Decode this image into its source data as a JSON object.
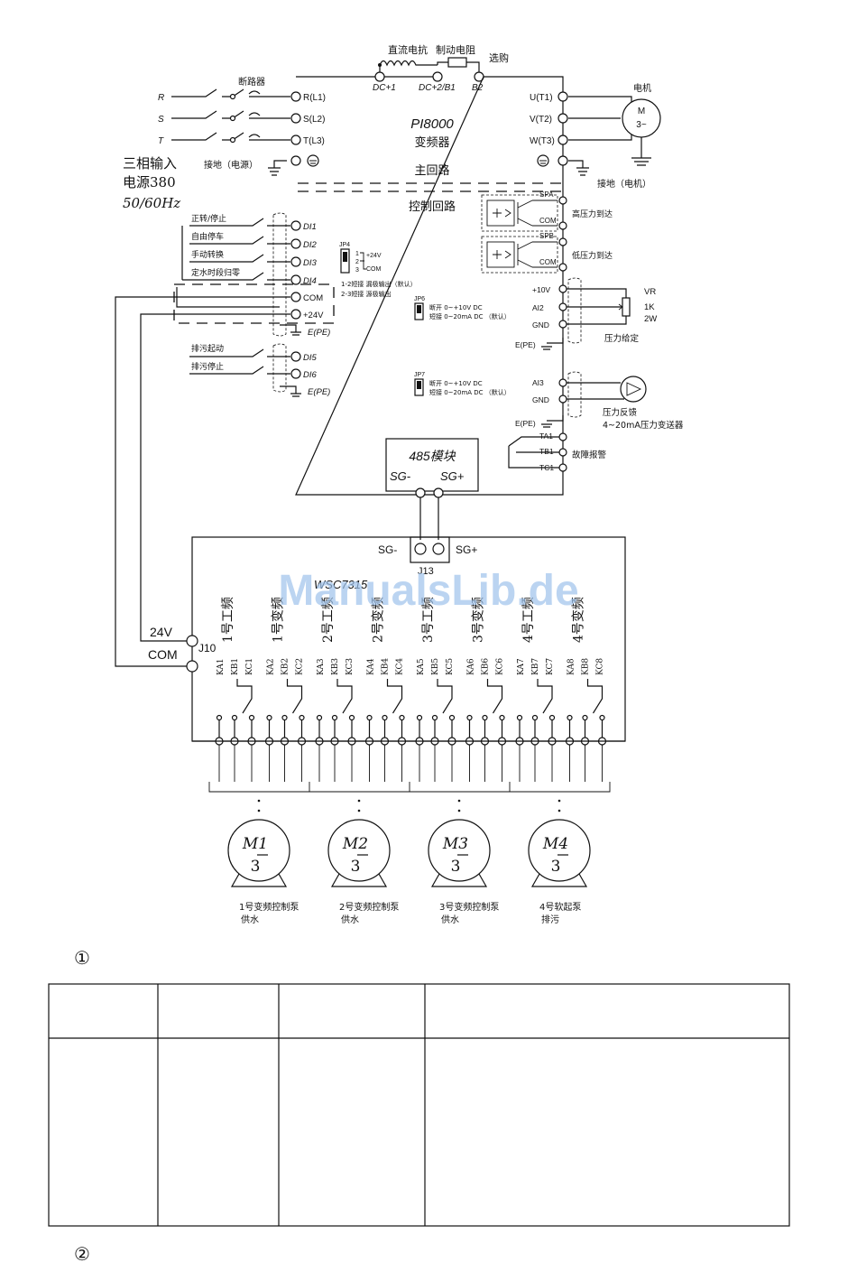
{
  "diagram": {
    "top_labels": {
      "dc_reactor": "直流电抗",
      "brake_resistor": "制动电阻",
      "optional": "选购",
      "breaker": "断路器",
      "motor": "电机",
      "dc1": "DC+1",
      "dc2": "DC+2/B1",
      "b2": "B2"
    },
    "phases": [
      "R",
      "S",
      "T"
    ],
    "input_terminals": [
      "R(L1)",
      "S(L2)",
      "T(L3)"
    ],
    "output_terminals": [
      "U(T1)",
      "V(T2)",
      "W(T3)"
    ],
    "motor_symbol": {
      "m": "M",
      "phase": "3~"
    },
    "inverter": {
      "model": "PI8000",
      "name": "变频器",
      "main_circuit": "主回路",
      "control_circuit": "控制回路"
    },
    "power_input": {
      "line1": "三相输入",
      "line2": "电源380",
      "line3": "50/60Hz"
    },
    "ground_power": "接地（电源）",
    "ground_motor": "接地（电机）",
    "di_inputs": [
      {
        "label": "正转/停止",
        "terminal": "DI1"
      },
      {
        "label": "自由停车",
        "terminal": "DI2"
      },
      {
        "label": "手动转换",
        "terminal": "DI3"
      },
      {
        "label": "定水时段归零",
        "terminal": "DI4"
      }
    ],
    "com_label": "COM",
    "plus24_label": "+24V",
    "epe_label": "E(PE)",
    "di_inputs2": [
      {
        "label": "排污起动",
        "terminal": "DI5"
      },
      {
        "label": "排污停止",
        "terminal": "DI6"
      }
    ],
    "jp4": {
      "name": "JP4",
      "pins": [
        "1",
        "2",
        "3"
      ],
      "p1": "+24V",
      "p3": "COM",
      "note1": "1-2短接  漏极输出（默认）",
      "note2": "2-3短接  源极输出"
    },
    "jp6": {
      "name": "JP6",
      "line1": "断开 0~+10V   DC",
      "line2": "短接 0~20mA  DC （默认）"
    },
    "jp7": {
      "name": "JP7",
      "line1": "断开 0~+10V   DC",
      "line2": "短接 0~20mA  DC （默认）"
    },
    "spa": "SPA",
    "spb": "SPB",
    "com": "COM",
    "high_pressure": "高压力到达",
    "low_pressure": "低压力到达",
    "analog": {
      "p10v": "+10V",
      "ai2": "AI2",
      "gnd": "GND",
      "epe": "E(PE)",
      "ai3": "AI3"
    },
    "vr": {
      "name": "VR",
      "value": "1K",
      "power": "2W"
    },
    "pressure_setting": "压力给定",
    "pressure_feedback": "压力反馈",
    "transmitter": "4~20mA压力变送器",
    "relay": {
      "ta": "TA1",
      "tb": "TB1",
      "tc": "TC1",
      "label": "故障报警"
    },
    "module485": {
      "title": "485模块",
      "sgm": "SG-",
      "sgp": "SG+"
    },
    "controller": {
      "model": "WSC7315",
      "j13": "J13",
      "sgm": "SG-",
      "sgp": "SG+",
      "j10": "J10",
      "v24": "24V",
      "com": "COM",
      "channels": [
        "1号工频",
        "1号变频",
        "2号工频",
        "2号变频",
        "3号工频",
        "3号变频",
        "4号工频",
        "4号变频"
      ],
      "terminals": [
        [
          "KA1",
          "KB1",
          "KC1"
        ],
        [
          "KA2",
          "KB2",
          "KC2"
        ],
        [
          "KA3",
          "KB3",
          "KC3"
        ],
        [
          "KA4",
          "KB4",
          "KC4"
        ],
        [
          "KA5",
          "KB5",
          "KC5"
        ],
        [
          "KA6",
          "KB6",
          "KC6"
        ],
        [
          "KA7",
          "KB7",
          "KC7"
        ],
        [
          "KA8",
          "KB8",
          "KC8"
        ]
      ]
    },
    "pumps": [
      {
        "m": "M1",
        "sub": "3",
        "desc1": "1号变频控制泵",
        "desc2": "供水"
      },
      {
        "m": "M2",
        "sub": "3",
        "desc1": "2号变频控制泵",
        "desc2": "供水"
      },
      {
        "m": "M3",
        "sub": "3",
        "desc1": "3号变频控制泵",
        "desc2": "供水"
      },
      {
        "m": "M4",
        "sub": "3",
        "desc1": "4号软起泵",
        "desc2": "排污"
      }
    ],
    "watermark": "ManualsLib.de"
  },
  "markers": {
    "first": "①",
    "second": "②"
  },
  "table": {
    "rows": 2,
    "cols": 4,
    "cells": []
  }
}
